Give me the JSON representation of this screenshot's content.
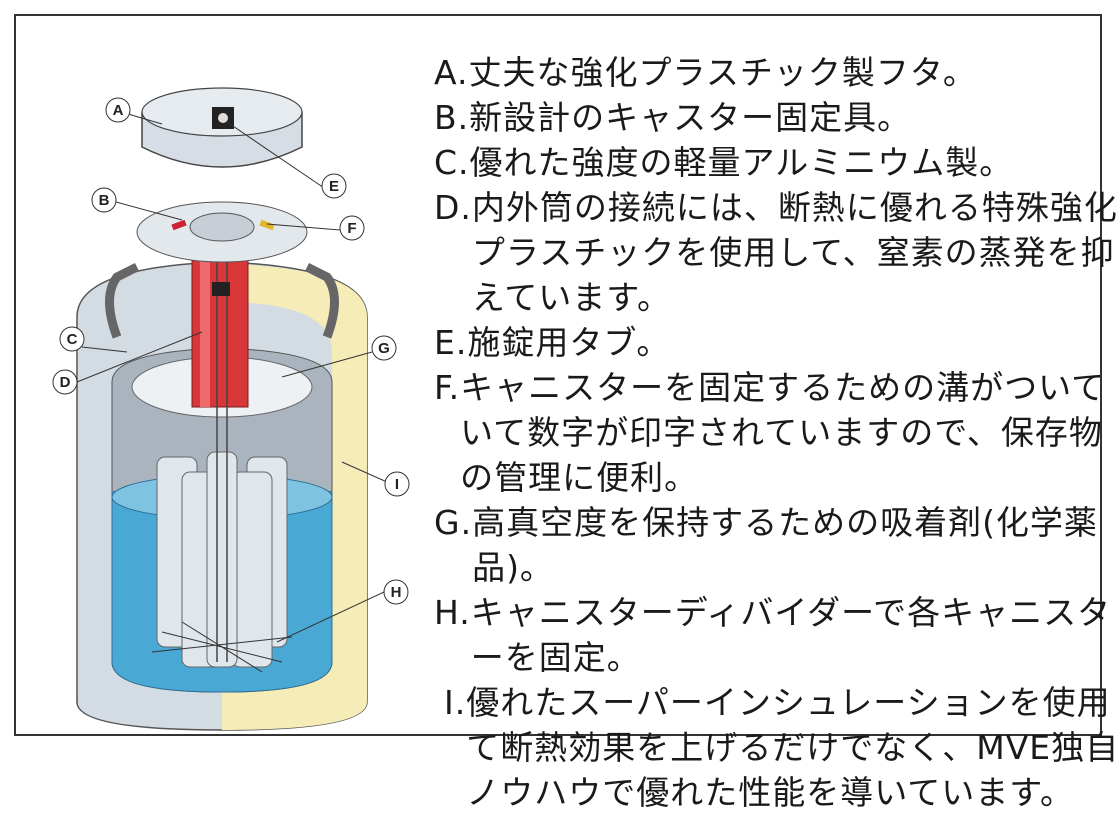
{
  "diagram": {
    "labels": [
      "A",
      "B",
      "C",
      "D",
      "E",
      "F",
      "G",
      "H",
      "I"
    ]
  },
  "legend": [
    {
      "key": "A.",
      "lines": [
        "丈夫な強化プラスチック製フタ。"
      ]
    },
    {
      "key": "B.",
      "lines": [
        "新設計のキャスター固定具。"
      ]
    },
    {
      "key": "C.",
      "lines": [
        "優れた強度の軽量アルミニウム製。"
      ]
    },
    {
      "key": "D.",
      "lines": [
        "内外筒の接続には、断熱に優れる特殊強化",
        "プラスチックを使用して、窒素の蒸発を抑",
        "えています。"
      ]
    },
    {
      "key": "E.",
      "lines": [
        "施錠用タブ。"
      ]
    },
    {
      "key": "F.",
      "lines": [
        "キャニスターを固定するための溝がついて",
        "いて数字が印字されていますので、保存物",
        "の管理に便利。"
      ]
    },
    {
      "key": "G.",
      "lines": [
        "高真空度を保持するための吸着剤(化学薬",
        "品)。"
      ]
    },
    {
      "key": "H.",
      "lines": [
        "キャニスターディバイダーで各キャニスタ",
        "ーを固定。"
      ]
    },
    {
      "key": "I.",
      "lines": [
        "優れたスーパーインシュレーションを使用し",
        "て断熱効果を上げるだけでなく、MVE独自の",
        "ノウハウで優れた性能を導いています。"
      ]
    }
  ],
  "colors": {
    "neck_red": "#d8373a",
    "liquid_blue": "#4aa8d4",
    "insulation_yellow": "#f6ecb8",
    "body_gray": "#c9d2dc",
    "lid_gray": "#d6dde4"
  }
}
